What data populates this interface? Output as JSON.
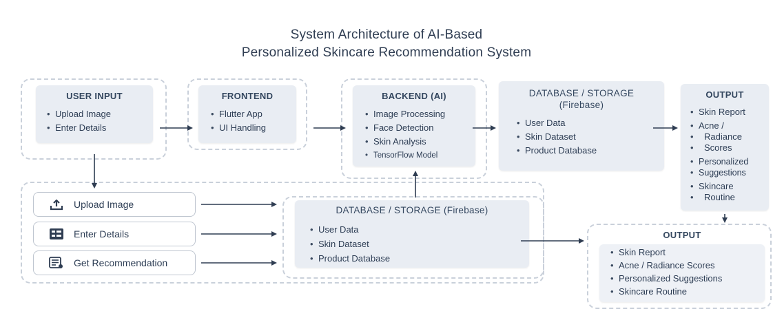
{
  "title": {
    "line1": "System Architecture of AI-Based",
    "line2": "Personalized Skincare Recommendation System"
  },
  "user_input": {
    "title": "USER INPUT",
    "items": [
      "Upload Image",
      "Enter Details"
    ]
  },
  "frontend": {
    "title": "FRONTEND",
    "items": [
      "Flutter App",
      "UI Handling"
    ]
  },
  "backend": {
    "title": "BACKEND (AI)",
    "items": [
      "Image Processing",
      "Face Detection",
      "Skin Analysis",
      "TensorFlow Model"
    ]
  },
  "database_top": {
    "title_line1": "DATABASE / STORAGE",
    "title_line2": "(Firebase)",
    "items": [
      "User Data",
      "Skin Dataset",
      "Product Database"
    ]
  },
  "output_top": {
    "title": "OUTPUT",
    "items": [
      "Skin Report",
      "Acne /",
      "Radiance",
      "Scores",
      "Personalized",
      "Suggestions",
      "Skincare",
      "Routine"
    ]
  },
  "actions": {
    "upload_image": {
      "label": "Upload Image",
      "icon": "upload-icon"
    },
    "enter_details": {
      "label": "Enter Details",
      "icon": "form-icon"
    },
    "get_recommendation": {
      "label": "Get Recommendation",
      "icon": "list-icon"
    }
  },
  "database_bottom": {
    "title": "DATABASE / STORAGE (Firebase)",
    "items": [
      "User Data",
      "Skin Dataset",
      "Product Database"
    ]
  },
  "output_bottom": {
    "title": "OUTPUT",
    "items": [
      "Skin Report",
      "Acne / Radiance Scores",
      "Personalized Suggestions",
      "Skincare Routine"
    ]
  },
  "colors": {
    "box_fill": "#e9edf3",
    "dashed_border": "#c9d0da",
    "arrow": "#2f3d52",
    "text": "#2e3e55"
  }
}
